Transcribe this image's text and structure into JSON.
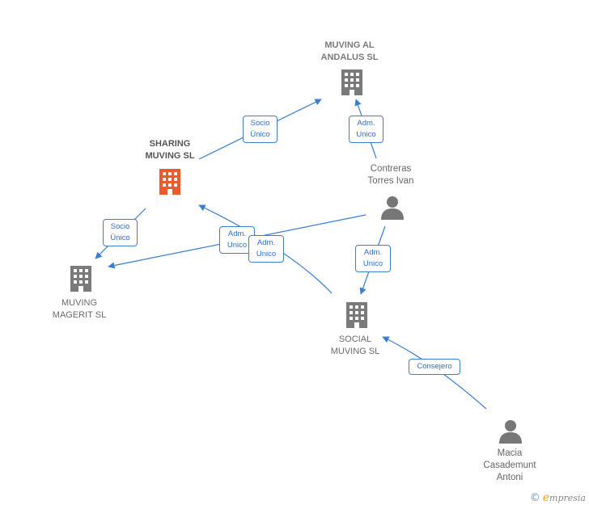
{
  "nodes": {
    "muving_al_andalus": {
      "label": "MUVING AL\nANDALUS  SL"
    },
    "sharing_muving": {
      "label": "SHARING\nMUVING  SL"
    },
    "muving_magerit": {
      "label": "MUVING\nMAGERIT  SL"
    },
    "social_muving": {
      "label": "SOCIAL\nMUVING  SL"
    },
    "contreras": {
      "label": "Contreras\nTorres Ivan"
    },
    "macia": {
      "label": "Macia\nCasademunt\nAntoni"
    }
  },
  "edges": {
    "sharing_to_andalus": "Socio\nÚnico",
    "contreras_to_andalus": "Adm.\nUnico",
    "sharing_to_magerit": "Socio\nÚnico",
    "contreras_to_magerit": "Adm.\nUnico",
    "social_to_sharing": "Adm.\nUnico",
    "contreras_to_social": "Adm.\nUnico",
    "macia_to_social": "Consejero"
  },
  "colors": {
    "edge": "#3a7fd0",
    "company_icon": "#7a7a7a",
    "focus_icon": "#f05a28",
    "person_icon": "#777777"
  },
  "footer": {
    "copyright_symbol": "©",
    "brand_initial": "e",
    "brand_rest": "mpresia"
  }
}
